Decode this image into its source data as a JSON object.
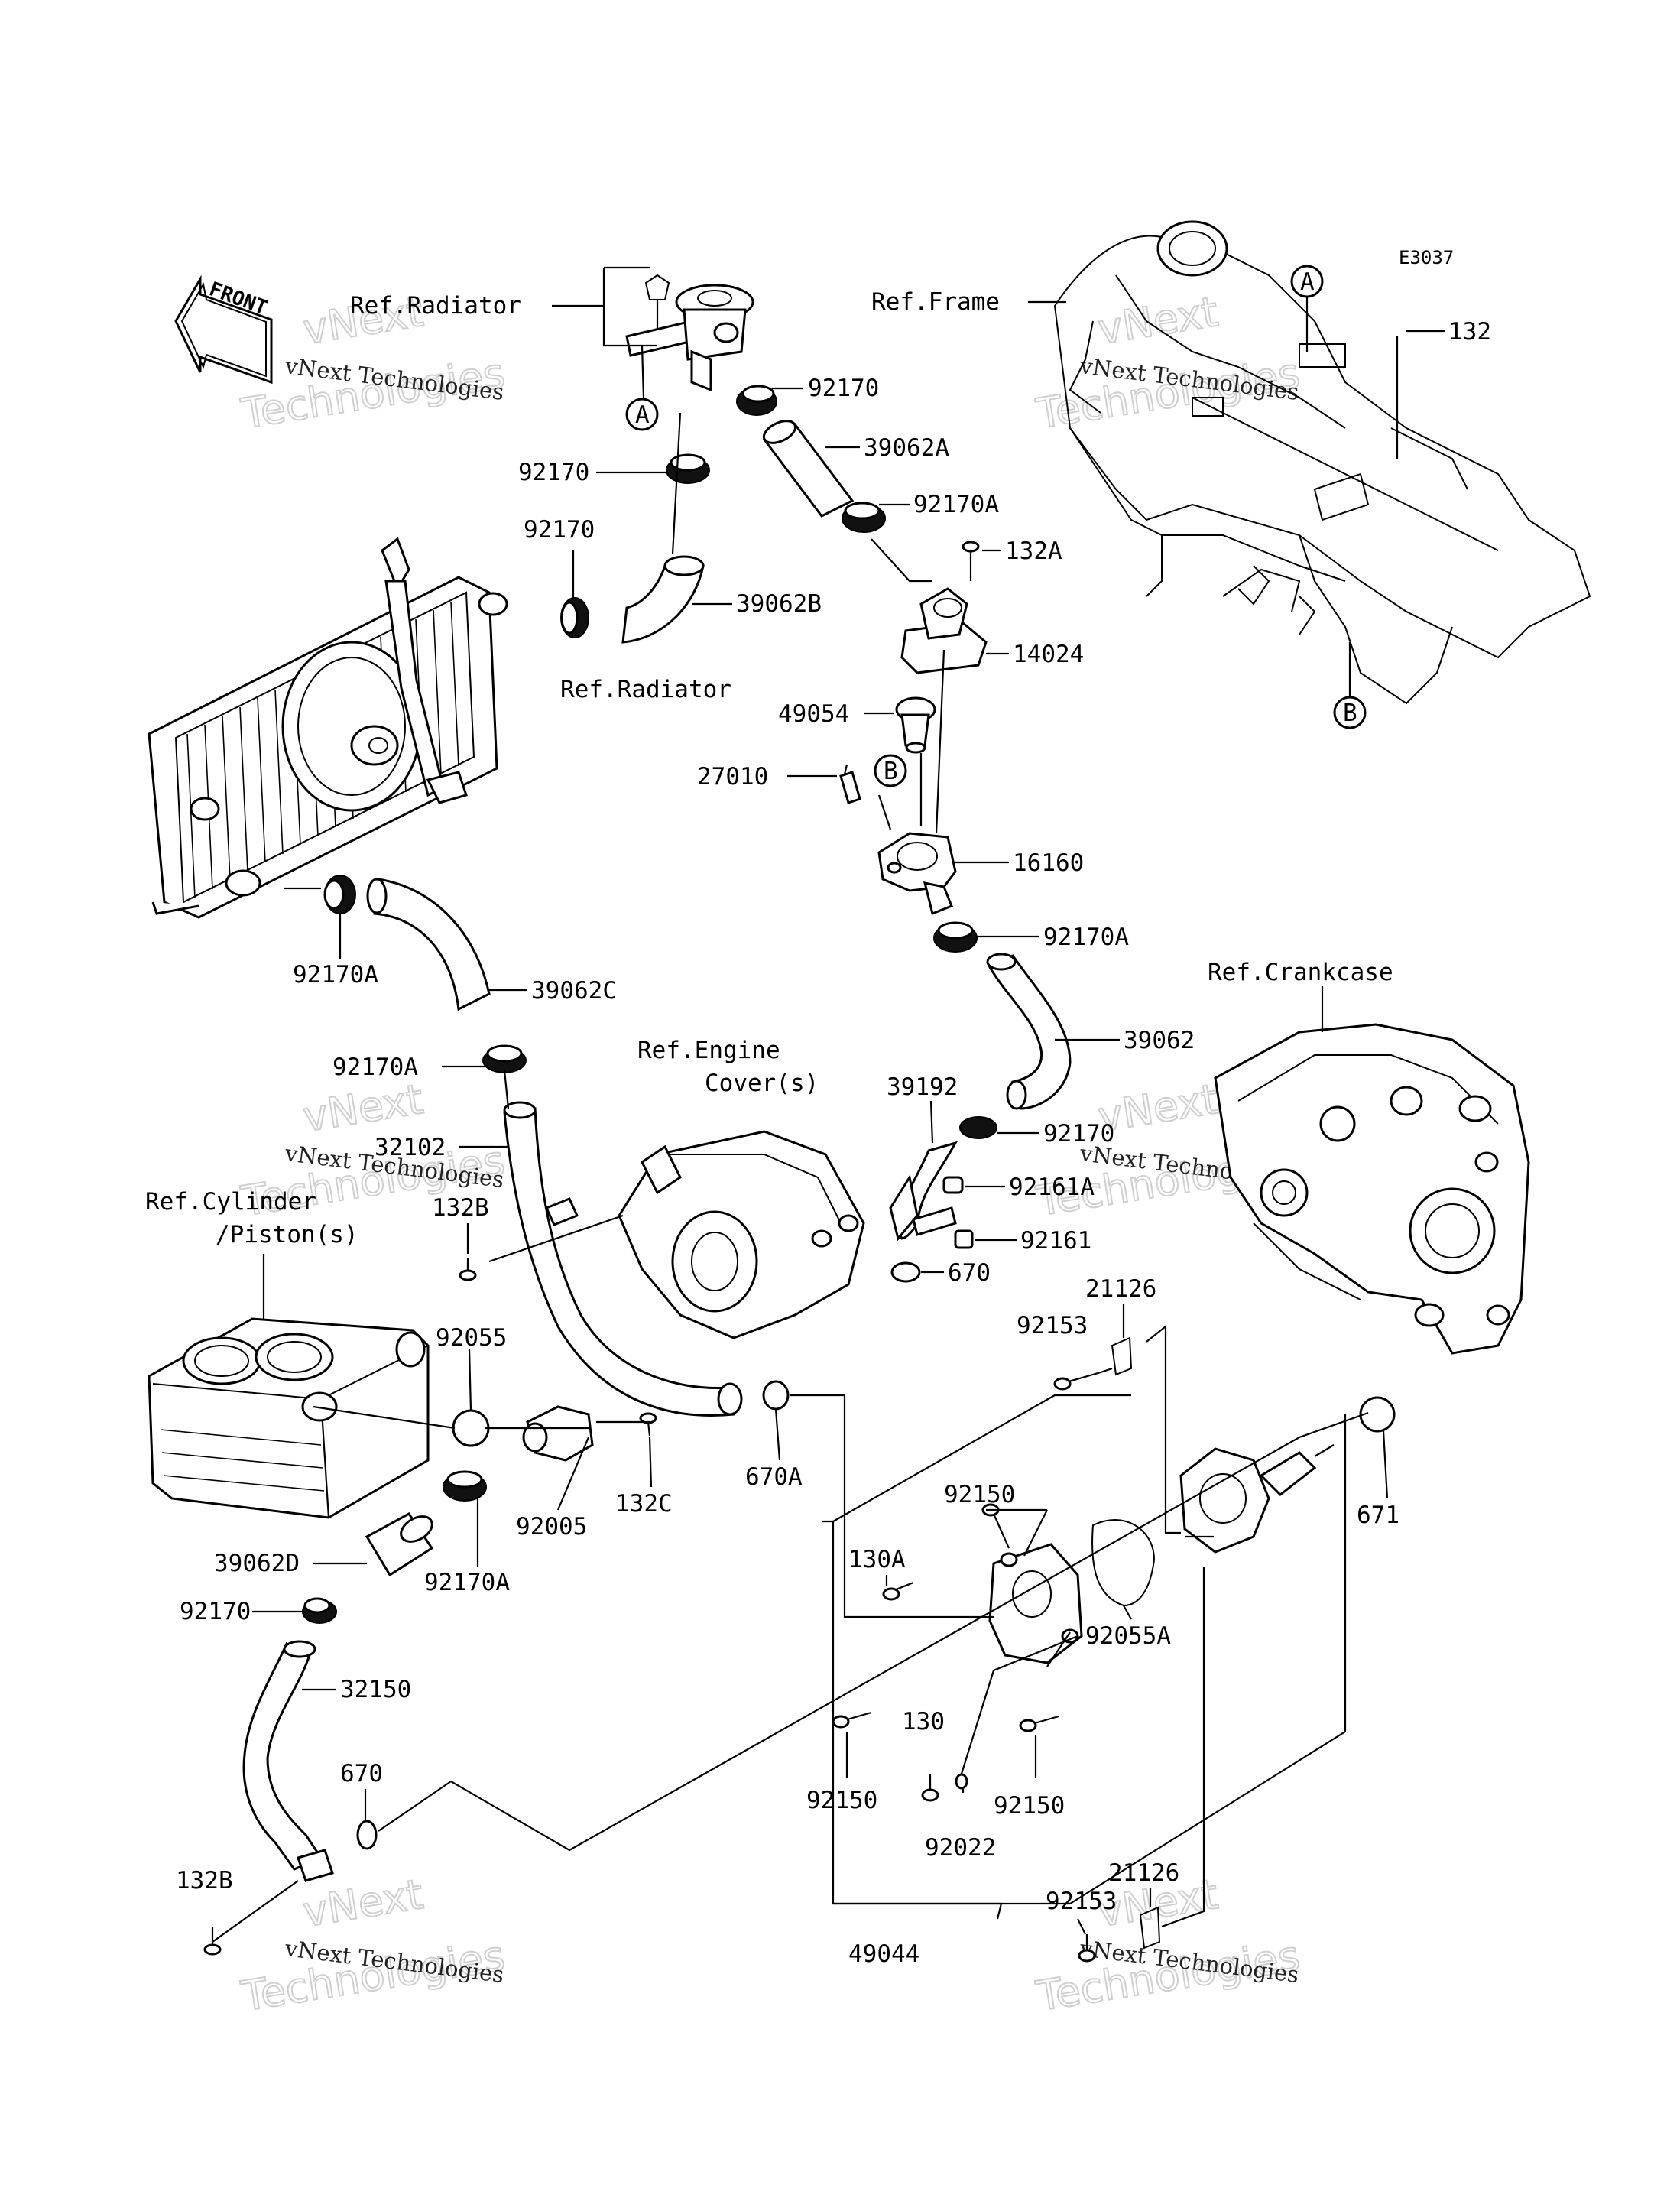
{
  "diagram_code": "E3037",
  "front_label": "FRONT",
  "watermark": {
    "big": [
      "vNext",
      "Technologies"
    ],
    "small": "vNext Technologies"
  },
  "callouts": {
    "A": "A",
    "B": "B"
  },
  "labels": {
    "ref_radiator_top": "Ref.Radiator",
    "ref_radiator": "Ref.Radiator",
    "ref_frame": "Ref.Frame",
    "ref_crankcase": "Ref.Crankcase",
    "ref_engine_cover_1": "Ref.Engine",
    "ref_engine_cover_2": "Cover(s)",
    "ref_cylinder_1": "Ref.Cylinder",
    "ref_cylinder_2": "/Piston(s)"
  },
  "parts": [
    {
      "id": "p132",
      "num": "132"
    },
    {
      "id": "p92170_a",
      "num": "92170"
    },
    {
      "id": "p39062A",
      "num": "39062A"
    },
    {
      "id": "p92170_b",
      "num": "92170"
    },
    {
      "id": "p92170A_a",
      "num": "92170A"
    },
    {
      "id": "p132A",
      "num": "132A"
    },
    {
      "id": "p92170_c",
      "num": "92170"
    },
    {
      "id": "p39062B",
      "num": "39062B"
    },
    {
      "id": "p14024",
      "num": "14024"
    },
    {
      "id": "p49054",
      "num": "49054"
    },
    {
      "id": "p27010",
      "num": "27010"
    },
    {
      "id": "p16160",
      "num": "16160"
    },
    {
      "id": "p92170A_b",
      "num": "92170A"
    },
    {
      "id": "p92170A_c",
      "num": "92170A"
    },
    {
      "id": "p39062C",
      "num": "39062C"
    },
    {
      "id": "p92170A_d",
      "num": "92170A"
    },
    {
      "id": "p39062",
      "num": "39062"
    },
    {
      "id": "p32102",
      "num": "32102"
    },
    {
      "id": "p39192",
      "num": "39192"
    },
    {
      "id": "p92170_d",
      "num": "92170"
    },
    {
      "id": "p92161A",
      "num": "92161A"
    },
    {
      "id": "p132B_a",
      "num": "132B"
    },
    {
      "id": "p92161",
      "num": "92161"
    },
    {
      "id": "p670_a",
      "num": "670"
    },
    {
      "id": "p21126_a",
      "num": "21126"
    },
    {
      "id": "p92153_a",
      "num": "92153"
    },
    {
      "id": "p92055",
      "num": "92055"
    },
    {
      "id": "p670A",
      "num": "670A"
    },
    {
      "id": "p132C",
      "num": "132C"
    },
    {
      "id": "p671",
      "num": "671"
    },
    {
      "id": "p92005",
      "num": "92005"
    },
    {
      "id": "p92150_a",
      "num": "92150"
    },
    {
      "id": "p130A",
      "num": "130A"
    },
    {
      "id": "p39062D",
      "num": "39062D"
    },
    {
      "id": "p92170A_e",
      "num": "92170A"
    },
    {
      "id": "p92170_e",
      "num": "92170"
    },
    {
      "id": "p92055A",
      "num": "92055A"
    },
    {
      "id": "p32150",
      "num": "32150"
    },
    {
      "id": "p130",
      "num": "130"
    },
    {
      "id": "p670_b",
      "num": "670"
    },
    {
      "id": "p92150_b",
      "num": "92150"
    },
    {
      "id": "p92150_c",
      "num": "92150"
    },
    {
      "id": "p92022",
      "num": "92022"
    },
    {
      "id": "p21126_b",
      "num": "21126"
    },
    {
      "id": "p132B_b",
      "num": "132B"
    },
    {
      "id": "p92153_b",
      "num": "92153"
    },
    {
      "id": "p49044",
      "num": "49044"
    }
  ]
}
